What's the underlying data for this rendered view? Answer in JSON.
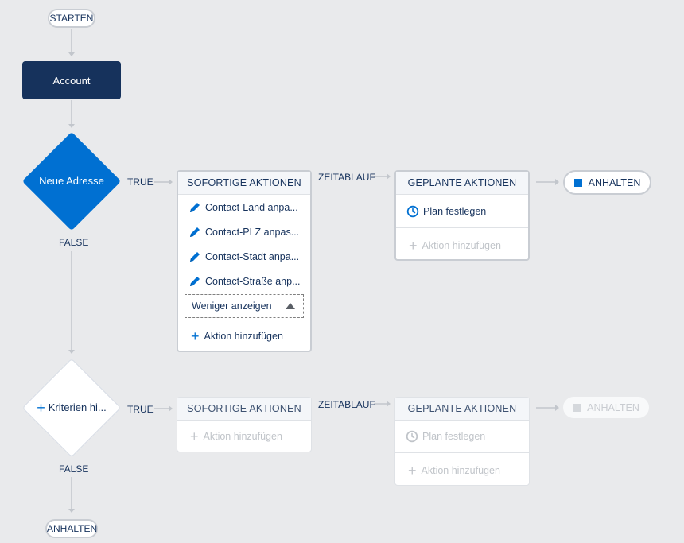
{
  "flow": {
    "start_label": "STARTEN",
    "object_node": "Account",
    "end_label": "ANHALTEN"
  },
  "criteria1": {
    "name": "Neue Adresse",
    "true_label": "TRUE",
    "false_label": "FALSE",
    "immediate": {
      "header": "SOFORTIGE AKTIONEN",
      "actions": [
        "Contact-Land anpa...",
        "Contact-PLZ anpas...",
        "Contact-Stadt anpa...",
        "Contact-Straße anp..."
      ],
      "show_less": "Weniger anzeigen",
      "add_action": "Aktion hinzufügen"
    },
    "time_lapse_label": "ZEITABLAUF",
    "scheduled": {
      "header": "GEPLANTE AKTIONEN",
      "schedule": "Plan festlegen",
      "add_action": "Aktion hinzufügen"
    },
    "stop_label": "ANHALTEN"
  },
  "criteria2": {
    "name": "Kriterien hi...",
    "true_label": "TRUE",
    "false_label": "FALSE",
    "immediate": {
      "header": "SOFORTIGE AKTIONEN",
      "add_action": "Aktion hinzufügen"
    },
    "time_lapse_label": "ZEITABLAUF",
    "scheduled": {
      "header": "GEPLANTE AKTIONEN",
      "schedule": "Plan festlegen",
      "add_action": "Aktion hinzufügen"
    },
    "stop_label": "ANHALTEN"
  },
  "colors": {
    "navy": "#16325c",
    "brand_blue": "#0070d2",
    "canvas": "#e9eaec",
    "connector": "#c9cdd3"
  }
}
